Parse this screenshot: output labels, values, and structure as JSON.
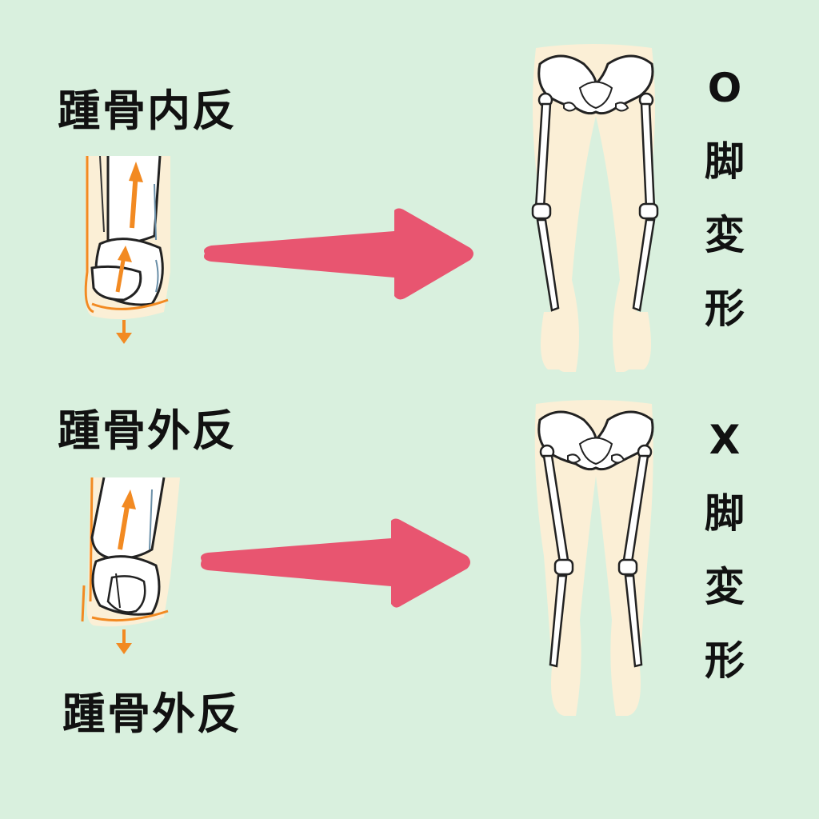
{
  "top": {
    "foot_label": "踵骨内反",
    "deformity": [
      "O",
      "脚",
      "変",
      "形"
    ]
  },
  "bottom": {
    "foot_label": "踵骨外反",
    "deformity": [
      "X",
      "脚",
      "変",
      "形"
    ],
    "caption": "踵骨外反"
  },
  "colors": {
    "background": "#d9f0de",
    "arrow": "#e85570",
    "foot_arrow": "#f28a22",
    "skin": "#fbefd6",
    "bone": "#ffffff"
  }
}
